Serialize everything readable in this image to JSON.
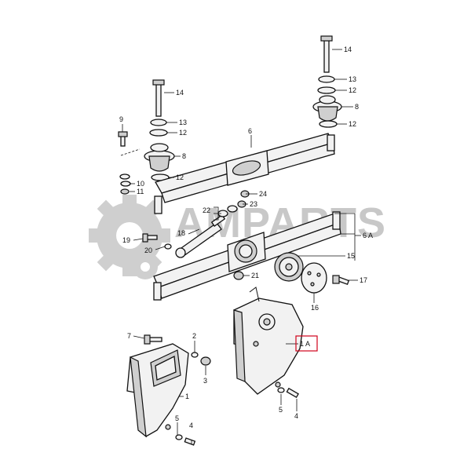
{
  "watermark": {
    "text": "AMPARTS",
    "color": "#c8c8c8"
  },
  "highlight_color": "#d0021b",
  "callouts": [
    {
      "id": "c14a",
      "text": "14"
    },
    {
      "id": "c13a",
      "text": "13"
    },
    {
      "id": "c12a",
      "text": "12"
    },
    {
      "id": "c8a",
      "text": "8"
    },
    {
      "id": "c12b",
      "text": "12"
    },
    {
      "id": "c14b",
      "text": "14"
    },
    {
      "id": "c13b",
      "text": "13"
    },
    {
      "id": "c12c",
      "text": "12"
    },
    {
      "id": "c8b",
      "text": "8"
    },
    {
      "id": "c12d",
      "text": "12"
    },
    {
      "id": "c9",
      "text": "9"
    },
    {
      "id": "c6",
      "text": "6"
    },
    {
      "id": "c10",
      "text": "10"
    },
    {
      "id": "c11",
      "text": "11"
    },
    {
      "id": "c24",
      "text": "24"
    },
    {
      "id": "c23",
      "text": "23"
    },
    {
      "id": "c22",
      "text": "22"
    },
    {
      "id": "c18",
      "text": "18"
    },
    {
      "id": "c19",
      "text": "19"
    },
    {
      "id": "c20",
      "text": "20"
    },
    {
      "id": "c6A",
      "text": "6 A"
    },
    {
      "id": "c15",
      "text": "15"
    },
    {
      "id": "c21",
      "text": "21"
    },
    {
      "id": "c17",
      "text": "17"
    },
    {
      "id": "c16",
      "text": "16"
    },
    {
      "id": "c1A",
      "text": "1 A"
    },
    {
      "id": "c7",
      "text": "7"
    },
    {
      "id": "c2",
      "text": "2"
    },
    {
      "id": "c3",
      "text": "3"
    },
    {
      "id": "c1",
      "text": "1"
    },
    {
      "id": "c5a",
      "text": "5"
    },
    {
      "id": "c4a",
      "text": "4"
    },
    {
      "id": "c5b",
      "text": "5"
    },
    {
      "id": "c4b",
      "text": "4"
    }
  ]
}
